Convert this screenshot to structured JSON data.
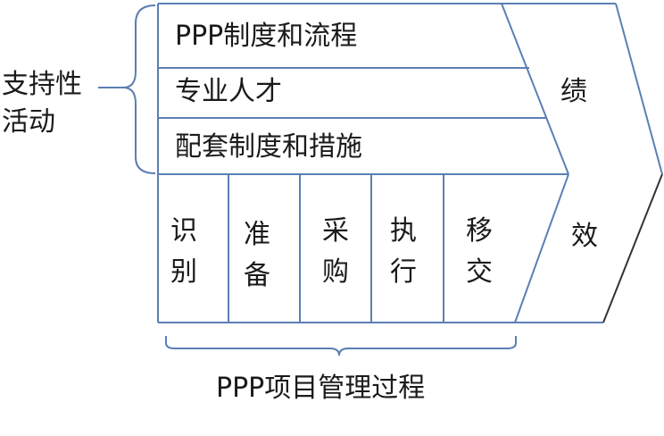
{
  "support": {
    "label_line1": "支持性",
    "label_line2": "活动",
    "rows": [
      "PPP制度和流程",
      "专业人才",
      "配套制度和措施"
    ]
  },
  "process": {
    "stages": [
      {
        "c1": "识",
        "c2": "别"
      },
      {
        "c1": "准",
        "c2": "备"
      },
      {
        "c1": "采",
        "c2": "购"
      },
      {
        "c1": "执",
        "c2": "行"
      },
      {
        "c1": "移",
        "c2": "交"
      }
    ],
    "caption": "PPP项目管理过程"
  },
  "outcome": {
    "c1": "绩",
    "c2": "效"
  },
  "colors": {
    "line": "#5b7fb5",
    "dark": "#333333",
    "text": "#1a1a1a"
  }
}
